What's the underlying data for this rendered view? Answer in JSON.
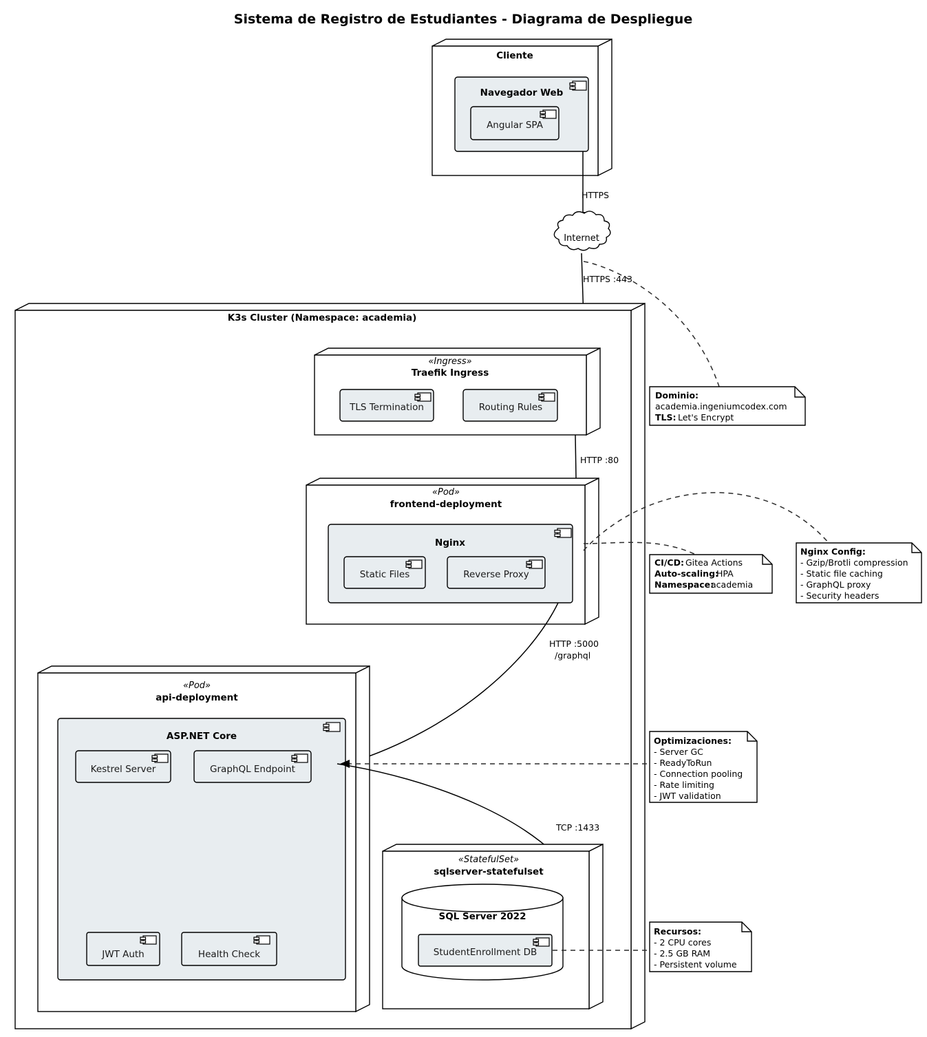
{
  "title": "Sistema de Registro de Estudiantes - Diagrama de Despliegue",
  "nodes": {
    "cliente": {
      "name": "Cliente",
      "component": {
        "name": "Navegador Web",
        "icon": "component-icon",
        "children": [
          {
            "label": "Angular SPA",
            "icon": "component-icon"
          }
        ]
      }
    },
    "internet": {
      "label": "Internet",
      "icon": "cloud-icon"
    },
    "cluster": {
      "name": "K3s Cluster (Namespace: academia)"
    },
    "ingress": {
      "stereotype": "«Ingress»",
      "name": "Traefik Ingress",
      "children": [
        {
          "label": "TLS Termination",
          "icon": "component-icon"
        },
        {
          "label": "Routing Rules",
          "icon": "component-icon"
        }
      ]
    },
    "frontend": {
      "stereotype": "«Pod»",
      "name": "frontend-deployment",
      "component": {
        "name": "Nginx",
        "icon": "component-icon",
        "children": [
          {
            "label": "Static Files",
            "icon": "component-icon"
          },
          {
            "label": "Reverse Proxy",
            "icon": "component-icon"
          }
        ]
      }
    },
    "api": {
      "stereotype": "«Pod»",
      "name": "api-deployment",
      "component": {
        "name": "ASP.NET Core",
        "icon": "component-icon",
        "children": [
          {
            "label": "Kestrel Server",
            "icon": "component-icon"
          },
          {
            "label": "GraphQL Endpoint",
            "icon": "component-icon"
          },
          {
            "label": "JWT Auth",
            "icon": "component-icon"
          },
          {
            "label": "Health Check",
            "icon": "component-icon"
          }
        ]
      }
    },
    "database": {
      "stereotype": "«StatefulSet»",
      "name": "sqlserver-statefulset",
      "db": {
        "name": "SQL Server 2022",
        "icon": "database-cylinder-icon",
        "children": [
          {
            "label": "StudentEnrollment DB",
            "icon": "component-icon"
          }
        ]
      }
    }
  },
  "connections": [
    {
      "id": "browser-to-internet",
      "label": "HTTPS"
    },
    {
      "id": "internet-to-ingress",
      "label": "HTTPS :443"
    },
    {
      "id": "ingress-to-nginx",
      "label": "HTTP :80"
    },
    {
      "id": "nginx-to-api-line1",
      "label": "HTTP :5000"
    },
    {
      "id": "nginx-to-api-line2",
      "label": "/graphql"
    },
    {
      "id": "api-to-db",
      "label": "TCP :1433"
    }
  ],
  "notes": {
    "dominio": {
      "lines": [
        {
          "head": "Dominio:",
          "text": ""
        },
        {
          "head": "",
          "text": "academia.ingeniumcodex.com"
        },
        {
          "head": "TLS:",
          "text": "Let's Encrypt"
        }
      ]
    },
    "cicd": {
      "lines": [
        {
          "head": "CI/CD:",
          "text": "Gitea Actions"
        },
        {
          "head": "Auto-scaling:",
          "text": "HPA"
        },
        {
          "head": "Namespace:",
          "text": "academia"
        }
      ]
    },
    "nginx_config": {
      "title": "Nginx Config:",
      "items": [
        "- Gzip/Brotli compression",
        "- Static file caching",
        "- GraphQL proxy",
        "- Security headers"
      ]
    },
    "optimizaciones": {
      "title": "Optimizaciones:",
      "items": [
        "- Server GC",
        "- ReadyToRun",
        "- Connection pooling",
        "- Rate limiting",
        "- JWT validation"
      ]
    },
    "recursos": {
      "title": "Recursos:",
      "items": [
        "- 2 CPU cores",
        "- 2.5 GB RAM",
        "- Persistent volume"
      ]
    }
  },
  "colors": {
    "component_fill": "#e8edf0",
    "node_fill": "#ffffff",
    "stroke": "#000000"
  }
}
